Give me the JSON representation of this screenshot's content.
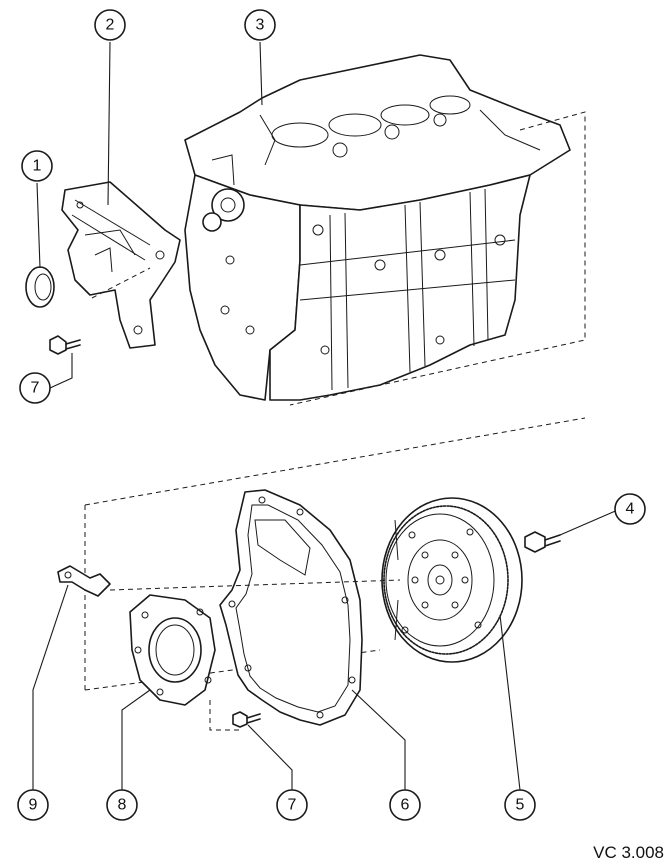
{
  "callouts": {
    "c1": "1",
    "c2": "2",
    "c3": "3",
    "c4": "4",
    "c5": "5",
    "c6": "6",
    "c7a": "7",
    "c7b": "7",
    "c8": "8",
    "c9": "9"
  },
  "reference_code": "VC 3.008",
  "line_color": "#1a1a1a"
}
